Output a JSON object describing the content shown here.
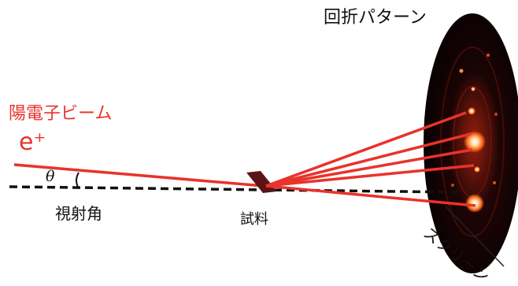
{
  "labels": {
    "diffraction_pattern": "回折パターン",
    "positron_beam": "陽電子ビーム",
    "positron_symbol": "e⁺",
    "angle_symbol": "θ",
    "glancing_angle": "視射角",
    "sample": "試料",
    "screen": "スクリーン"
  },
  "colors": {
    "beam": "#e8332b",
    "sample": "#5a1418",
    "screen_dark": "#0d0204",
    "spot_glow": "#ff7a2a",
    "baseline": "#111111"
  }
}
